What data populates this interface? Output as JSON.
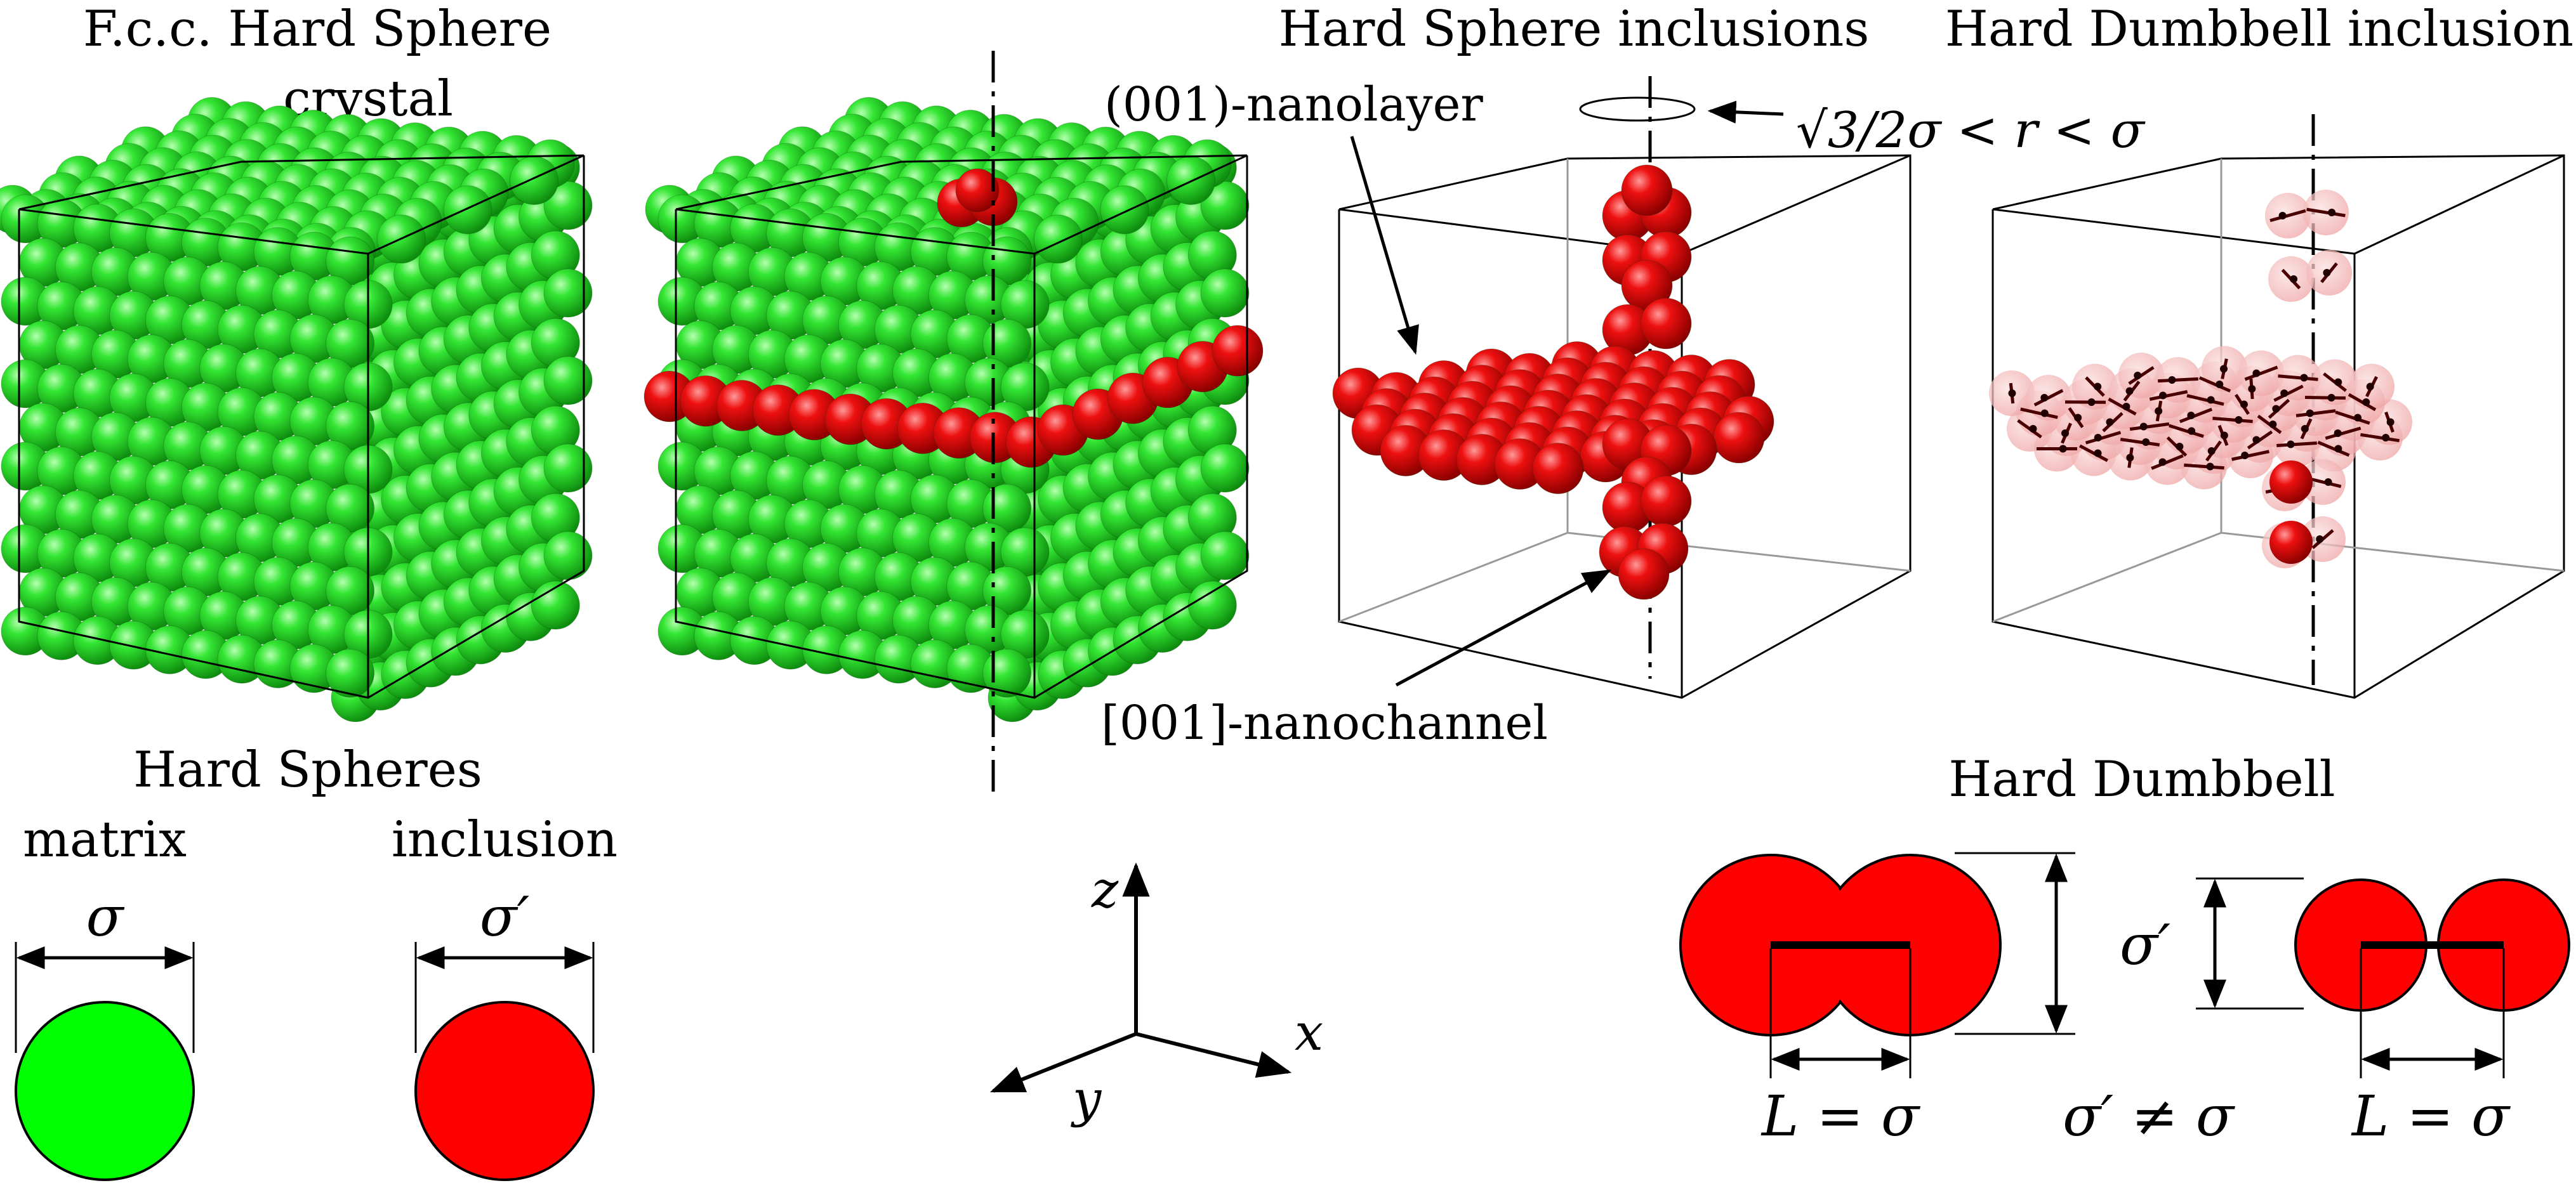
{
  "titles": {
    "fcc": [
      "F.c.c. Hard Sphere",
      "crystal"
    ],
    "hs_inclusions": "Hard Sphere inclusions",
    "hd_inclusions": "Hard Dumbbell inclusions",
    "hard_spheres": "Hard Spheres",
    "hard_dumbbell": "Hard Dumbbell"
  },
  "annotations": {
    "nanolayer": "(001)-nanolayer",
    "nanochannel": "[001]-nanochannel",
    "radius_condition": "√3/2σ < r < σ"
  },
  "legend": {
    "matrix": "matrix",
    "inclusion": "inclusion",
    "sigma": "σ",
    "sigma_prime": "σ′"
  },
  "axes": {
    "z": "z",
    "x": "x",
    "y": "y"
  },
  "dumbbell": {
    "L_left": "L = σ",
    "L_right": "L = σ",
    "sigma_prime": "σ′",
    "neq": "σ′ ≠ σ"
  },
  "colors": {
    "matrix": "#22cc22",
    "matrix_light": "#00ff00",
    "inclusion": "#ff0000",
    "inclusion_dark": "#cc0000",
    "inclusion_faint": "#f4b6b6",
    "stick": "#4a0000"
  }
}
